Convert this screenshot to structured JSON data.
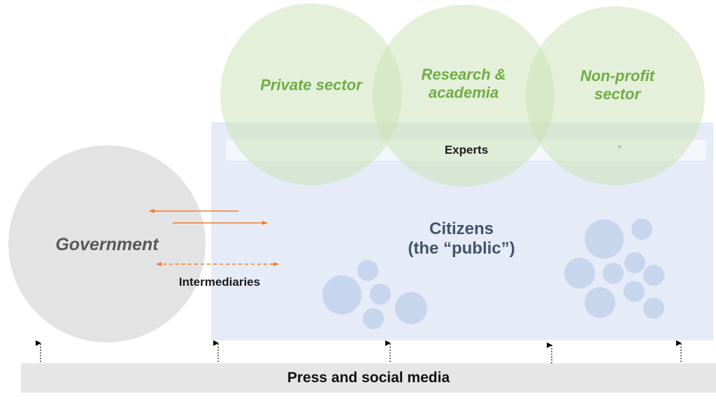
{
  "diagram": {
    "government": {
      "label": "Government"
    },
    "sectors": [
      {
        "label": "Private sector"
      },
      {
        "label": "Research &\nacademia"
      },
      {
        "label": "Non-profit\nsector"
      }
    ],
    "experts": {
      "label": "Experts"
    },
    "citizens": {
      "label": "Citizens\n(the “public”)"
    },
    "intermediaries": {
      "label": "Intermediaries"
    },
    "press": {
      "label": "Press and social media"
    },
    "colors": {
      "sector_fill": "#c9e2b3",
      "sector_text": "#70ad47",
      "government_fill": "#dcdcdc",
      "government_text": "#595959",
      "citizens_fill": "#dae3f3",
      "citizens_text": "#44546a",
      "crowd_dots": "#b4c7e7",
      "arrows": "#ed7d31",
      "press_bar": "#e7e6e6"
    }
  }
}
